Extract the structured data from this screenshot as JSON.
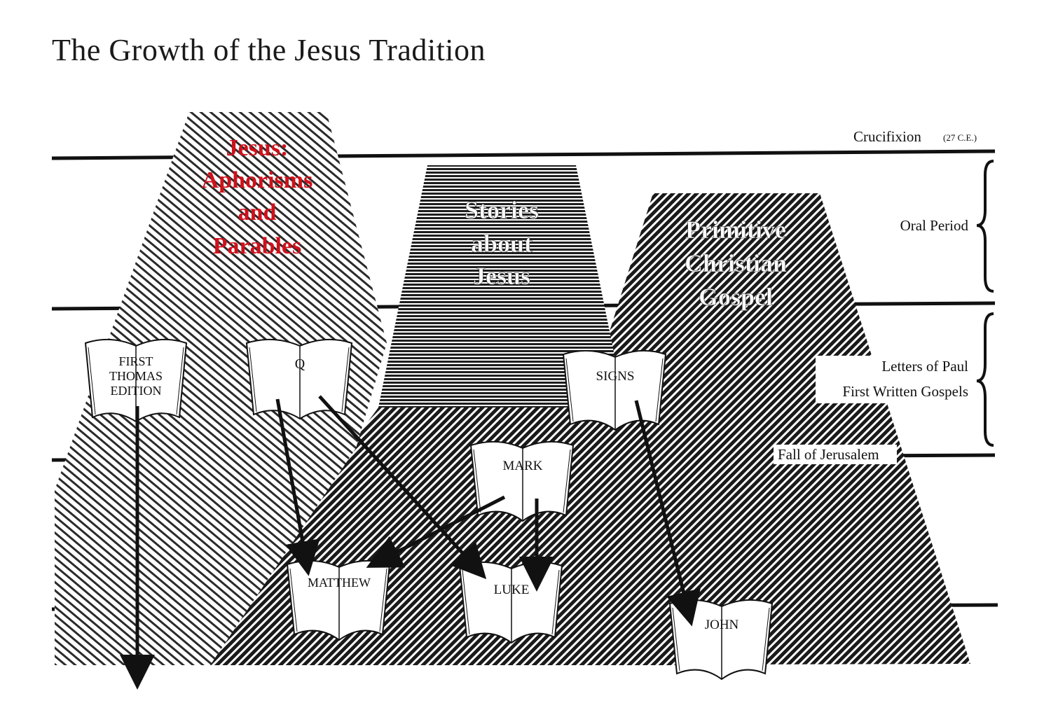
{
  "title": "The Growth of the  Jesus Tradition",
  "streams": {
    "sayings": [
      "Jesus:",
      "Aphorisms",
      "and",
      "Parables"
    ],
    "stories": [
      "Stories",
      "about",
      "Jesus"
    ],
    "gospel": [
      "Primitive",
      "Christian",
      "Gospel"
    ]
  },
  "timeline": {
    "crucifixion": "Crucifixion",
    "crucifixion_date": "(27 C.E.)",
    "oral_period": "Oral Period",
    "letters_of_paul": "Letters of Paul",
    "first_written_gospels": "First Written Gospels",
    "fall_of_jerusalem": "Fall of Jerusalem"
  },
  "books": {
    "thomas": [
      "FIRST",
      "THOMAS",
      "EDITION"
    ],
    "q": "Q",
    "signs": "SIGNS",
    "mark": "MARK",
    "matthew": "MATTHEW",
    "luke": "LUKE",
    "john": "JOHN"
  },
  "colors": {
    "sayings_text": "#d0101a",
    "stream_text": "#ffffff",
    "ink": "#111111"
  }
}
